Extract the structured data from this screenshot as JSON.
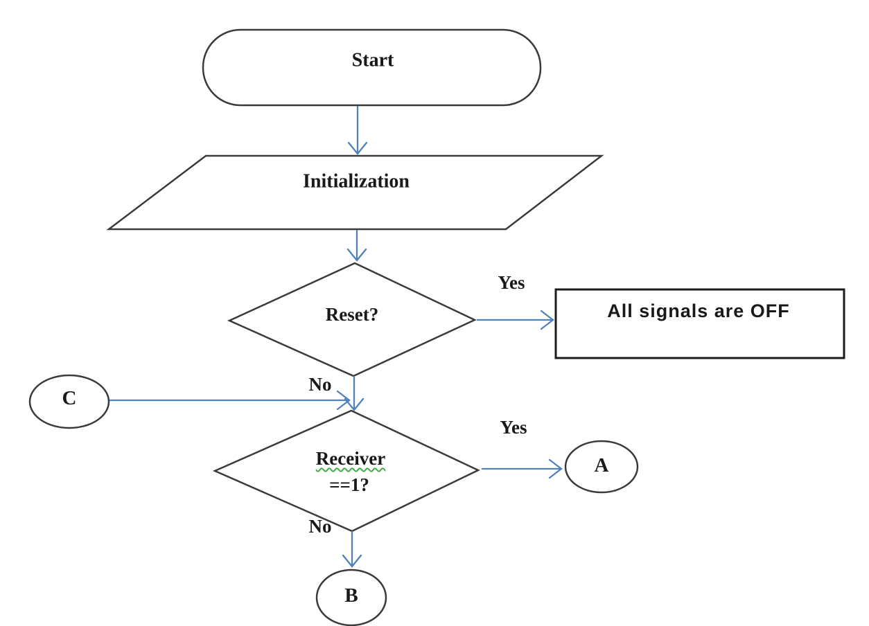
{
  "diagram": {
    "type": "flowchart",
    "colors": {
      "arrow": "#4f81bd",
      "shape_outline": "#3a3a3a",
      "box_outline": "#1c1c1c",
      "text": "#191919",
      "spellcheck_squiggle": "#3cb043",
      "background": "#ffffff"
    },
    "nodes": [
      {
        "id": "start",
        "type": "terminator",
        "label": "Start"
      },
      {
        "id": "initialization",
        "type": "input-output-parallelogram",
        "label": "Initialization"
      },
      {
        "id": "reset",
        "type": "decision-diamond",
        "label": "Reset?"
      },
      {
        "id": "all_signals_off",
        "type": "process-rectangle",
        "label": "All signals are OFF"
      },
      {
        "id": "connector_c",
        "type": "connector-circle",
        "label": "C"
      },
      {
        "id": "receiver",
        "type": "decision-diamond",
        "label_line1": "Receiver",
        "label_line2": "==1?"
      },
      {
        "id": "connector_a",
        "type": "connector-circle",
        "label": "A"
      },
      {
        "id": "connector_b",
        "type": "connector-circle",
        "label": "B"
      }
    ],
    "edges": [
      {
        "from": "start",
        "to": "initialization",
        "label": ""
      },
      {
        "from": "initialization",
        "to": "reset",
        "label": ""
      },
      {
        "from": "reset",
        "to": "all_signals_off",
        "label": "Yes"
      },
      {
        "from": "reset",
        "to": "receiver",
        "label": "No"
      },
      {
        "from": "connector_c",
        "to": "receiver",
        "label": ""
      },
      {
        "from": "receiver",
        "to": "connector_a",
        "label": "Yes"
      },
      {
        "from": "receiver",
        "to": "connector_b",
        "label": "No"
      }
    ]
  }
}
